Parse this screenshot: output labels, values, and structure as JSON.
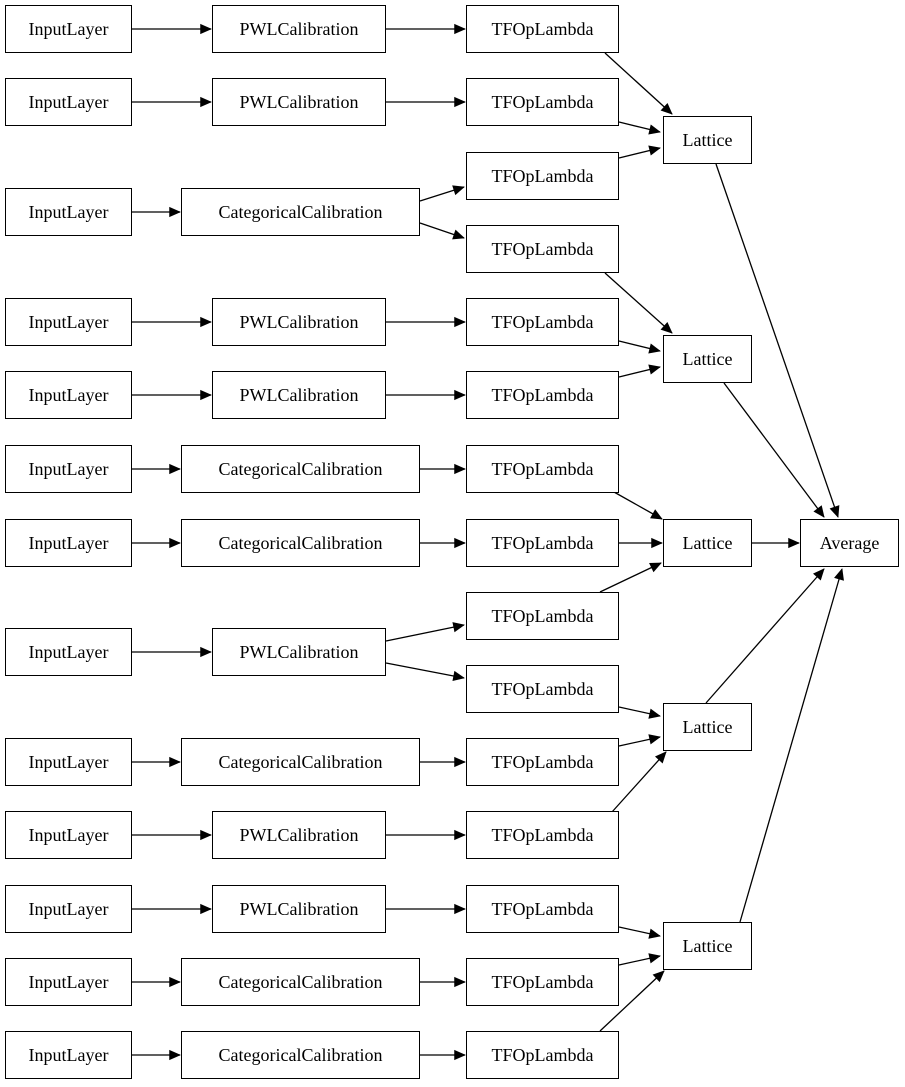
{
  "diagram": {
    "title": "model-graph",
    "colors": {
      "background": "#ffffff",
      "node_fill": "#ffffff",
      "node_border": "#000000",
      "edge": "#000000",
      "text": "#000000"
    },
    "nodes": [
      {
        "id": "il0",
        "label": "InputLayer"
      },
      {
        "id": "il1",
        "label": "InputLayer"
      },
      {
        "id": "il2",
        "label": "InputLayer"
      },
      {
        "id": "il3",
        "label": "InputLayer"
      },
      {
        "id": "il4",
        "label": "InputLayer"
      },
      {
        "id": "il5",
        "label": "InputLayer"
      },
      {
        "id": "il6",
        "label": "InputLayer"
      },
      {
        "id": "il7",
        "label": "InputLayer"
      },
      {
        "id": "il8",
        "label": "InputLayer"
      },
      {
        "id": "il9",
        "label": "InputLayer"
      },
      {
        "id": "il10",
        "label": "InputLayer"
      },
      {
        "id": "il11",
        "label": "InputLayer"
      },
      {
        "id": "il12",
        "label": "InputLayer"
      },
      {
        "id": "c0",
        "label": "PWLCalibration"
      },
      {
        "id": "c1",
        "label": "PWLCalibration"
      },
      {
        "id": "c2",
        "label": "CategoricalCalibration"
      },
      {
        "id": "c3",
        "label": "PWLCalibration"
      },
      {
        "id": "c4",
        "label": "PWLCalibration"
      },
      {
        "id": "c5",
        "label": "CategoricalCalibration"
      },
      {
        "id": "c6",
        "label": "CategoricalCalibration"
      },
      {
        "id": "c7",
        "label": "PWLCalibration"
      },
      {
        "id": "c8",
        "label": "CategoricalCalibration"
      },
      {
        "id": "c9",
        "label": "PWLCalibration"
      },
      {
        "id": "c10",
        "label": "PWLCalibration"
      },
      {
        "id": "c11",
        "label": "CategoricalCalibration"
      },
      {
        "id": "c12",
        "label": "CategoricalCalibration"
      },
      {
        "id": "t0",
        "label": "TFOpLambda"
      },
      {
        "id": "t1",
        "label": "TFOpLambda"
      },
      {
        "id": "t2",
        "label": "TFOpLambda"
      },
      {
        "id": "t3",
        "label": "TFOpLambda"
      },
      {
        "id": "t4",
        "label": "TFOpLambda"
      },
      {
        "id": "t5",
        "label": "TFOpLambda"
      },
      {
        "id": "t6",
        "label": "TFOpLambda"
      },
      {
        "id": "t7",
        "label": "TFOpLambda"
      },
      {
        "id": "t8",
        "label": "TFOpLambda"
      },
      {
        "id": "t9",
        "label": "TFOpLambda"
      },
      {
        "id": "t10",
        "label": "TFOpLambda"
      },
      {
        "id": "t11",
        "label": "TFOpLambda"
      },
      {
        "id": "t12",
        "label": "TFOpLambda"
      },
      {
        "id": "t13",
        "label": "TFOpLambda"
      },
      {
        "id": "t14",
        "label": "TFOpLambda"
      },
      {
        "id": "L0",
        "label": "Lattice"
      },
      {
        "id": "L1",
        "label": "Lattice"
      },
      {
        "id": "L2",
        "label": "Lattice"
      },
      {
        "id": "L3",
        "label": "Lattice"
      },
      {
        "id": "L4",
        "label": "Lattice"
      },
      {
        "id": "avg",
        "label": "Average"
      }
    ],
    "edges": [
      {
        "from": "il0",
        "to": "c0"
      },
      {
        "from": "il1",
        "to": "c1"
      },
      {
        "from": "il2",
        "to": "c2"
      },
      {
        "from": "il3",
        "to": "c3"
      },
      {
        "from": "il4",
        "to": "c4"
      },
      {
        "from": "il5",
        "to": "c5"
      },
      {
        "from": "il6",
        "to": "c6"
      },
      {
        "from": "il7",
        "to": "c7"
      },
      {
        "from": "il8",
        "to": "c8"
      },
      {
        "from": "il9",
        "to": "c9"
      },
      {
        "from": "il10",
        "to": "c10"
      },
      {
        "from": "il11",
        "to": "c11"
      },
      {
        "from": "il12",
        "to": "c12"
      },
      {
        "from": "c0",
        "to": "t0"
      },
      {
        "from": "c1",
        "to": "t1"
      },
      {
        "from": "c2",
        "to": "t2"
      },
      {
        "from": "c2",
        "to": "t3"
      },
      {
        "from": "c3",
        "to": "t4"
      },
      {
        "from": "c4",
        "to": "t5"
      },
      {
        "from": "c5",
        "to": "t6"
      },
      {
        "from": "c6",
        "to": "t7"
      },
      {
        "from": "c7",
        "to": "t8"
      },
      {
        "from": "c7",
        "to": "t9"
      },
      {
        "from": "c8",
        "to": "t10"
      },
      {
        "from": "c9",
        "to": "t11"
      },
      {
        "from": "c10",
        "to": "t12"
      },
      {
        "from": "c11",
        "to": "t13"
      },
      {
        "from": "c12",
        "to": "t14"
      },
      {
        "from": "t0",
        "to": "L0"
      },
      {
        "from": "t1",
        "to": "L0"
      },
      {
        "from": "t2",
        "to": "L0"
      },
      {
        "from": "t3",
        "to": "L1"
      },
      {
        "from": "t4",
        "to": "L1"
      },
      {
        "from": "t5",
        "to": "L1"
      },
      {
        "from": "t6",
        "to": "L2"
      },
      {
        "from": "t7",
        "to": "L2"
      },
      {
        "from": "t8",
        "to": "L2"
      },
      {
        "from": "t9",
        "to": "L3"
      },
      {
        "from": "t10",
        "to": "L3"
      },
      {
        "from": "t11",
        "to": "L3"
      },
      {
        "from": "t12",
        "to": "L4"
      },
      {
        "from": "t13",
        "to": "L4"
      },
      {
        "from": "t14",
        "to": "L4"
      },
      {
        "from": "L0",
        "to": "avg"
      },
      {
        "from": "L1",
        "to": "avg"
      },
      {
        "from": "L2",
        "to": "avg"
      },
      {
        "from": "L3",
        "to": "avg"
      },
      {
        "from": "L4",
        "to": "avg"
      }
    ]
  }
}
